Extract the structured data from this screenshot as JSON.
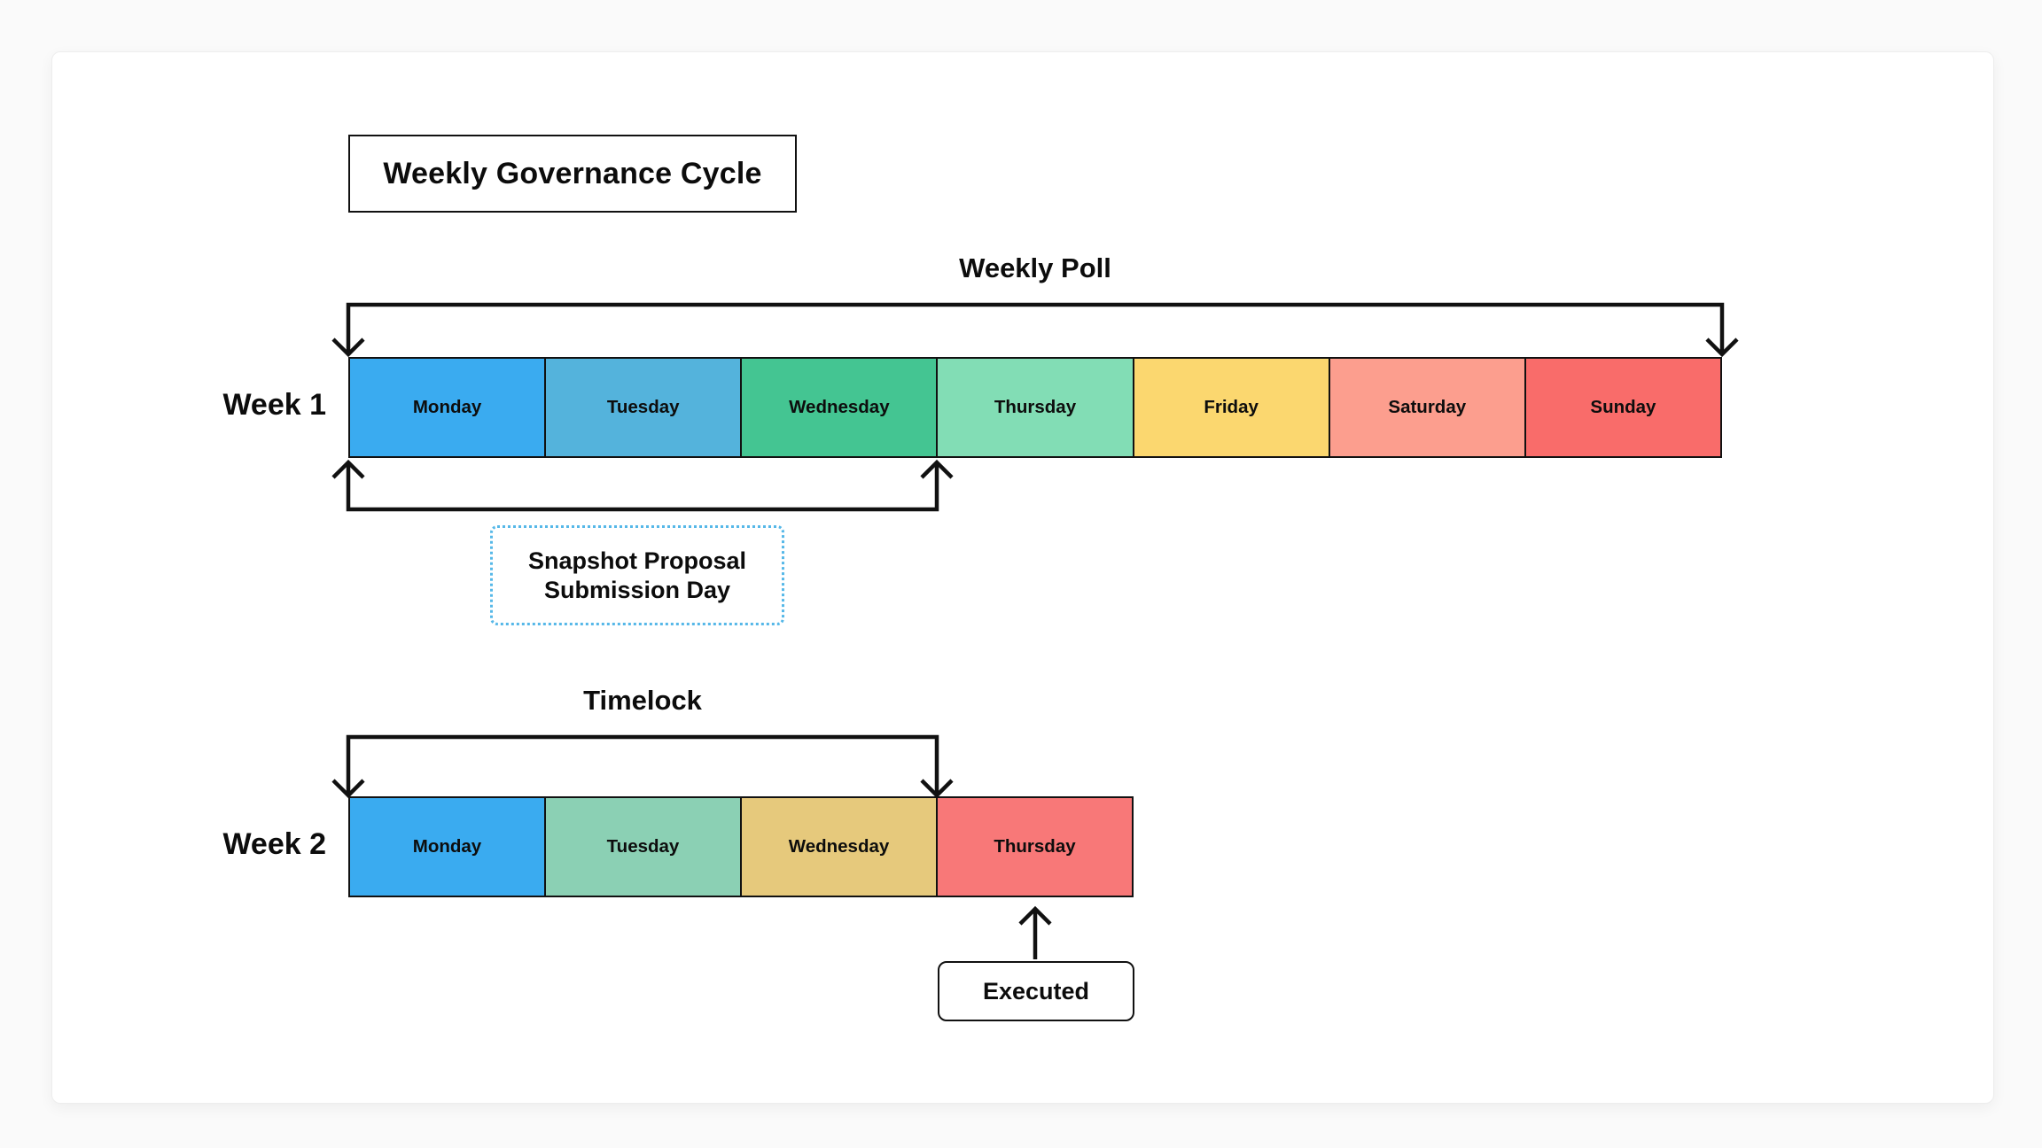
{
  "page": {
    "background_color": "#fafafa",
    "card_background_color": "#ffffff",
    "line_color": "#111111",
    "dotted_accent_color": "#56b8e8"
  },
  "diagram": {
    "title": "Weekly Governance Cycle",
    "week1": {
      "label": "Week 1",
      "top_bracket_label": "Weekly Poll",
      "bottom_bracket_label": "Snapshot Proposal Submission Day",
      "days": [
        {
          "label": "Monday",
          "color": "#3aabf0"
        },
        {
          "label": "Tuesday",
          "color": "#54b3dc"
        },
        {
          "label": "Wednesday",
          "color": "#44c592"
        },
        {
          "label": "Thursday",
          "color": "#82ddb5"
        },
        {
          "label": "Friday",
          "color": "#fbd76f"
        },
        {
          "label": "Saturday",
          "color": "#fc9e8e"
        },
        {
          "label": "Sunday",
          "color": "#f96c6a"
        }
      ]
    },
    "week2": {
      "label": "Week 2",
      "top_bracket_label": "Timelock",
      "executed_label": "Executed",
      "days": [
        {
          "label": "Monday",
          "color": "#3aabf0"
        },
        {
          "label": "Tuesday",
          "color": "#8bd0b4"
        },
        {
          "label": "Wednesday",
          "color": "#e6c97c"
        },
        {
          "label": "Thursday",
          "color": "#f87878"
        }
      ]
    }
  }
}
